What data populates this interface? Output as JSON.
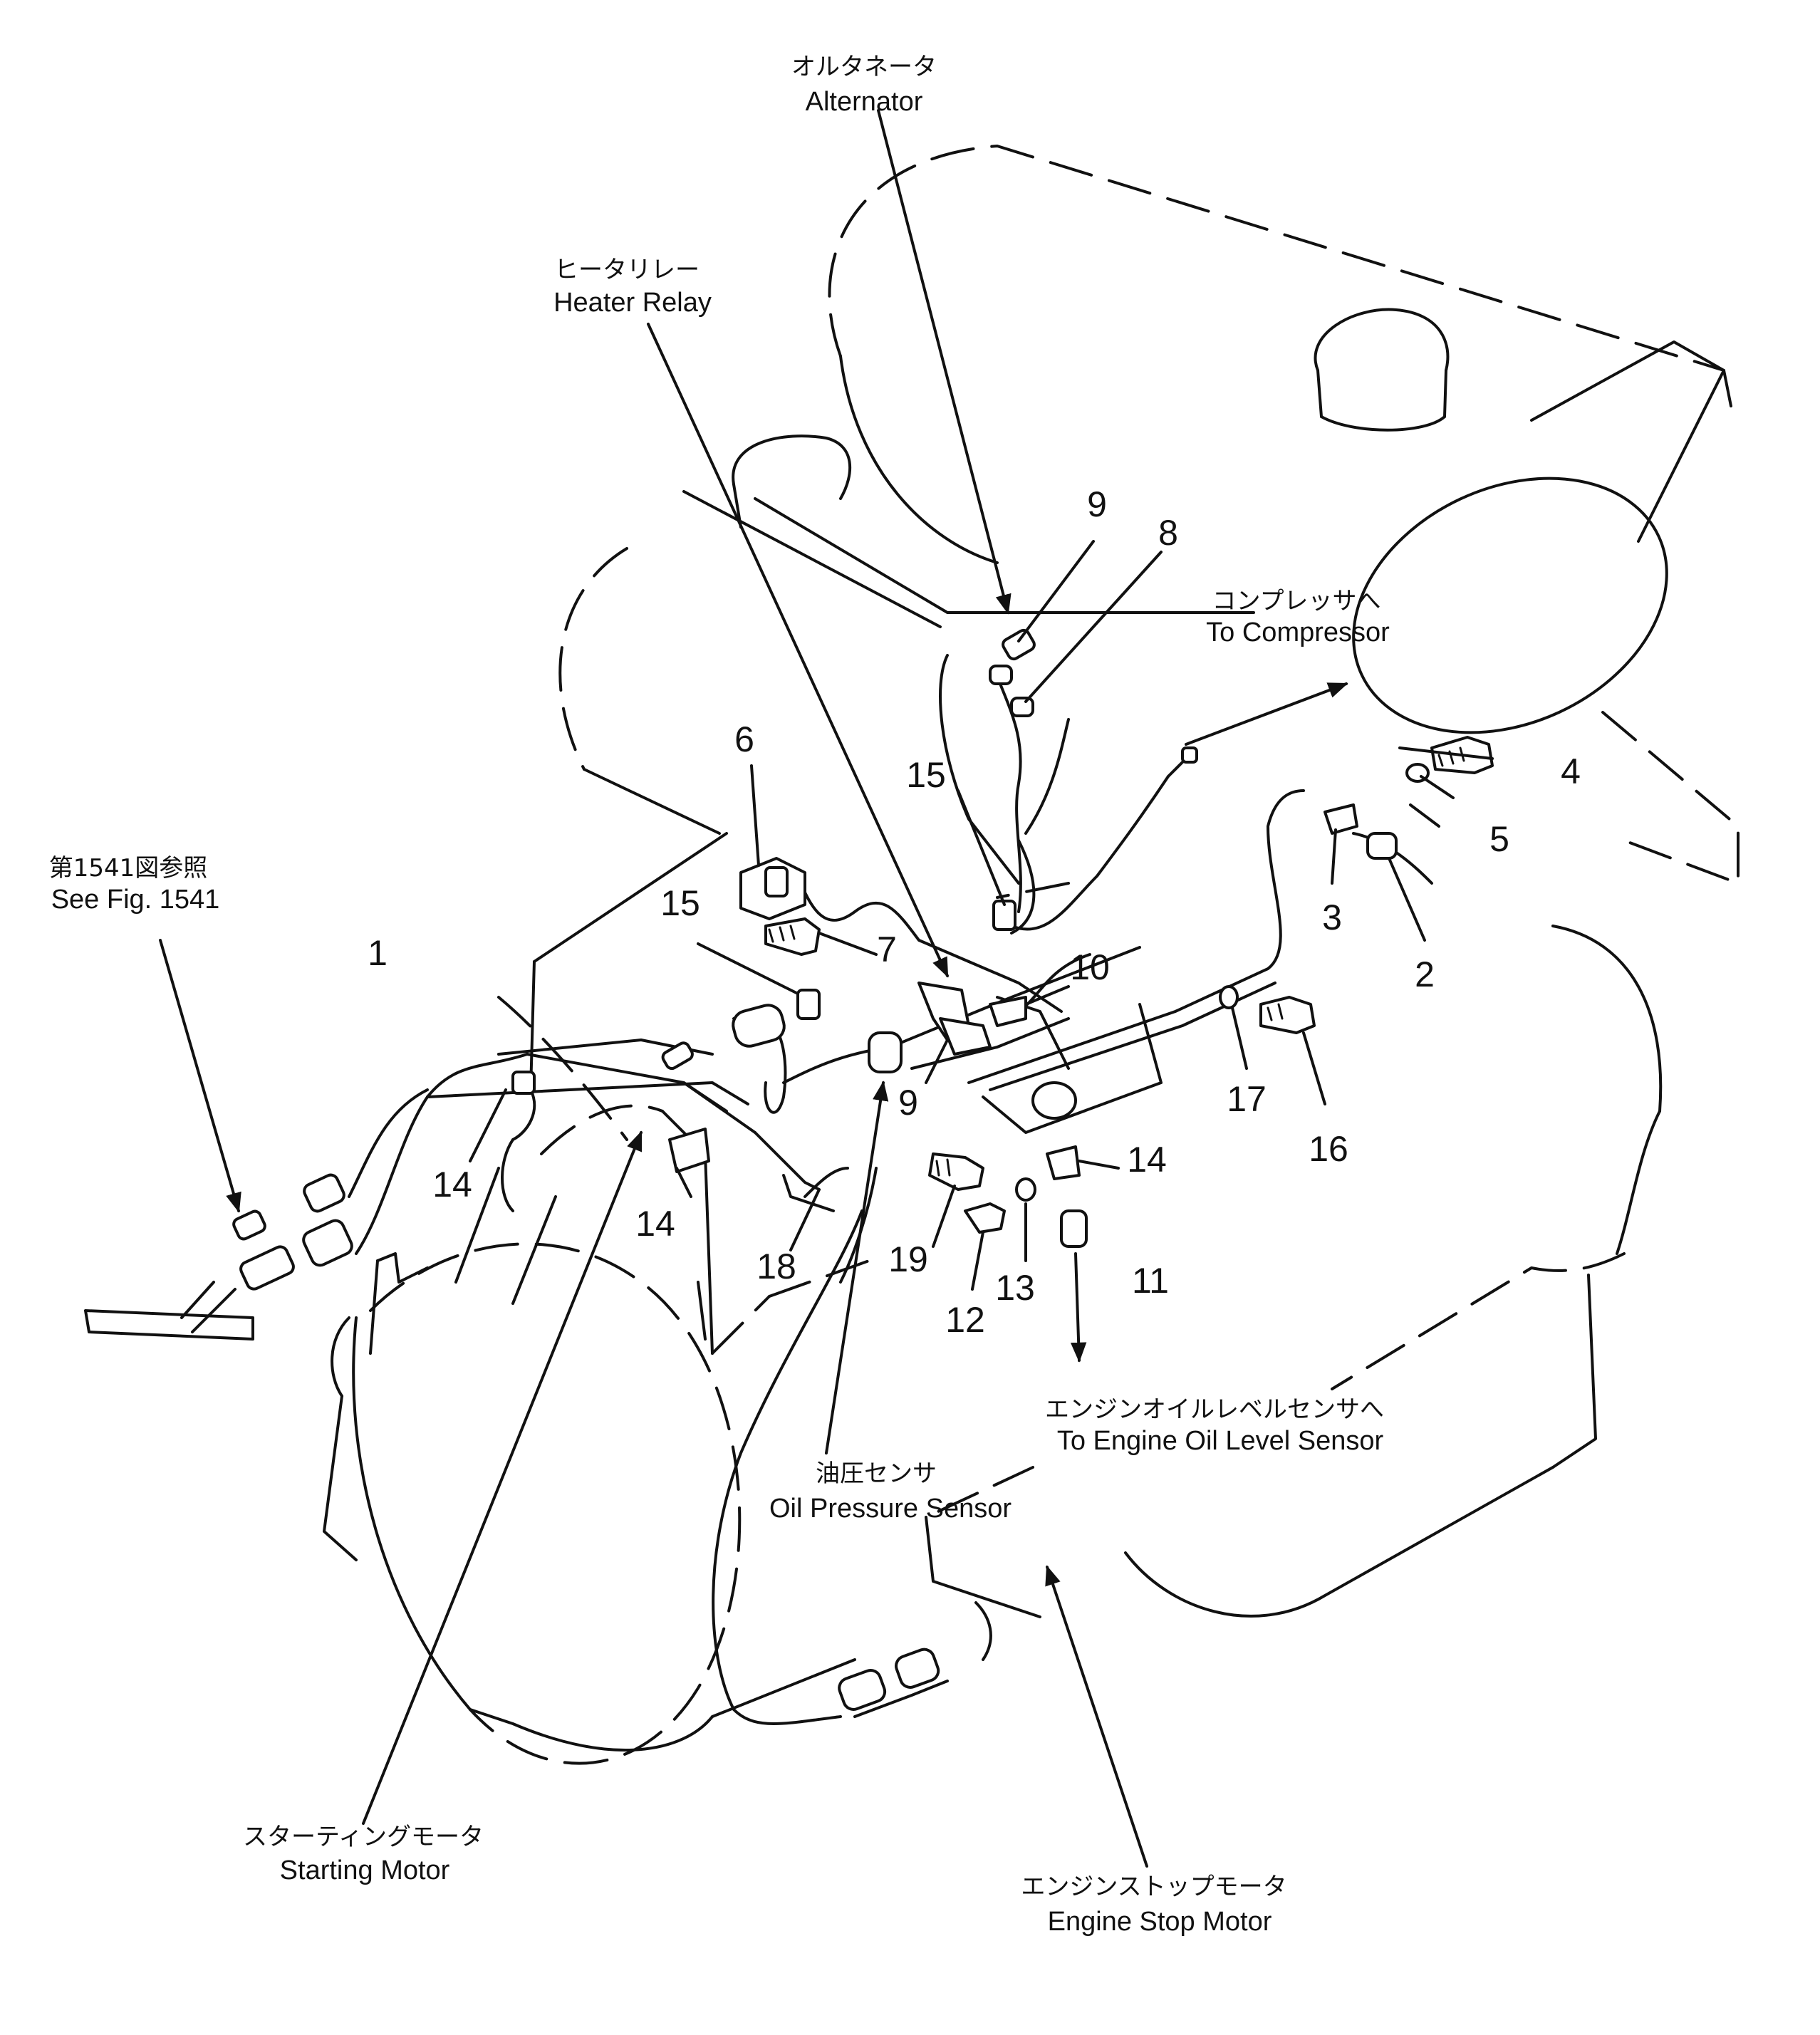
{
  "callouts": [
    {
      "jp": "オルタネータ",
      "en": "Alternator"
    },
    {
      "jp": "ヒータリレー",
      "en": "Heater Relay"
    },
    {
      "jp": "コンプレッサへ",
      "en": "To Compressor"
    },
    {
      "jp": "第1541図参照",
      "en": "See Fig. 1541"
    },
    {
      "jp": "エンジンオイルレベルセンサへ",
      "en": "To Engine Oil Level Sensor"
    },
    {
      "jp": "油圧センサ",
      "en": "Oil Pressure Sensor"
    },
    {
      "jp": "スターティングモータ",
      "en": "Starting Motor"
    },
    {
      "jp": "エンジンストップモータ",
      "en": "Engine Stop Motor"
    }
  ],
  "part_numbers": [
    "1",
    "2",
    "3",
    "4",
    "5",
    "6",
    "7",
    "8",
    "9",
    "9",
    "10",
    "11",
    "12",
    "13",
    "14",
    "14",
    "14",
    "15",
    "15",
    "16",
    "17",
    "18",
    "19"
  ]
}
